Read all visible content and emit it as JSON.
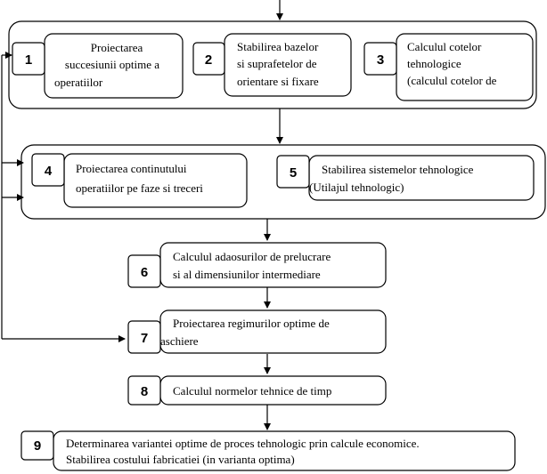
{
  "stages": [
    {
      "number": "1",
      "lines": [
        "Proiectarea",
        "succesiunii optime a",
        "operatiilor"
      ]
    },
    {
      "number": "2",
      "lines": [
        "Stabilirea bazelor",
        "si suprafetelor de",
        "orientare si fixare"
      ]
    },
    {
      "number": "3",
      "lines": [
        "Calculul cotelor",
        "tehnologice",
        "(calculul cotelor de"
      ]
    },
    {
      "number": "4",
      "lines": [
        "Proiectarea continutului",
        "operatiilor pe faze si treceri"
      ]
    },
    {
      "number": "5",
      "lines": [
        "Stabilirea sistemelor tehnologice",
        "(Utilajul tehnologic)"
      ]
    },
    {
      "number": "6",
      "lines": [
        "Calculul adaosurilor de prelucrare",
        "si al dimensiunilor intermediare"
      ]
    },
    {
      "number": "7",
      "lines": [
        "Proiectarea regimurilor optime de",
        "aschiere"
      ]
    },
    {
      "number": "8",
      "lines": [
        "Calculul normelor tehnice de timp"
      ]
    },
    {
      "number": "9",
      "lines": [
        "Determinarea variantei optime de proces tehnologic prin calcule economice.",
        "Stabilirea costului fabricatiei (in varianta optima)"
      ]
    }
  ]
}
